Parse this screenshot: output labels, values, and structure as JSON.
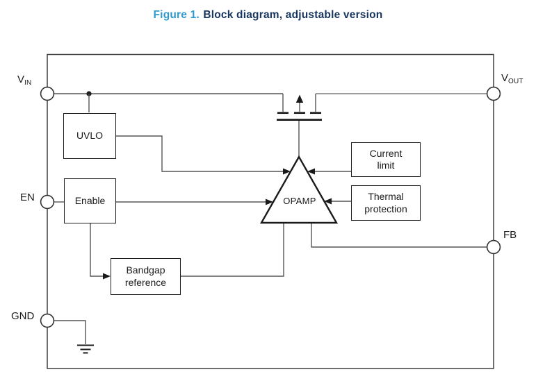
{
  "title": {
    "prefix": "Figure 1.",
    "main": "Block diagram, adjustable version"
  },
  "colors": {
    "title_prefix": "#2e9ad2",
    "title_main": "#17355e",
    "line": "#555555",
    "ink": "#1a1a1a",
    "background": "#ffffff"
  },
  "pins": {
    "vin": {
      "main": "V",
      "sub": "IN"
    },
    "vout": {
      "main": "V",
      "sub": "OUT"
    },
    "en": {
      "label": "EN"
    },
    "gnd": {
      "label": "GND"
    },
    "fb": {
      "label": "FB"
    }
  },
  "blocks": {
    "uvlo": {
      "label": "UVLO"
    },
    "enable": {
      "label": "Enable"
    },
    "bandgap": {
      "label": "Bandgap reference"
    },
    "current_limit": {
      "label": "Current limit"
    },
    "thermal": {
      "label": "Thermal protection"
    },
    "opamp": {
      "label": "OPAMP"
    }
  },
  "icons": {
    "pass_transistor": "pmos-pass-element",
    "ground": "ground-symbol"
  }
}
